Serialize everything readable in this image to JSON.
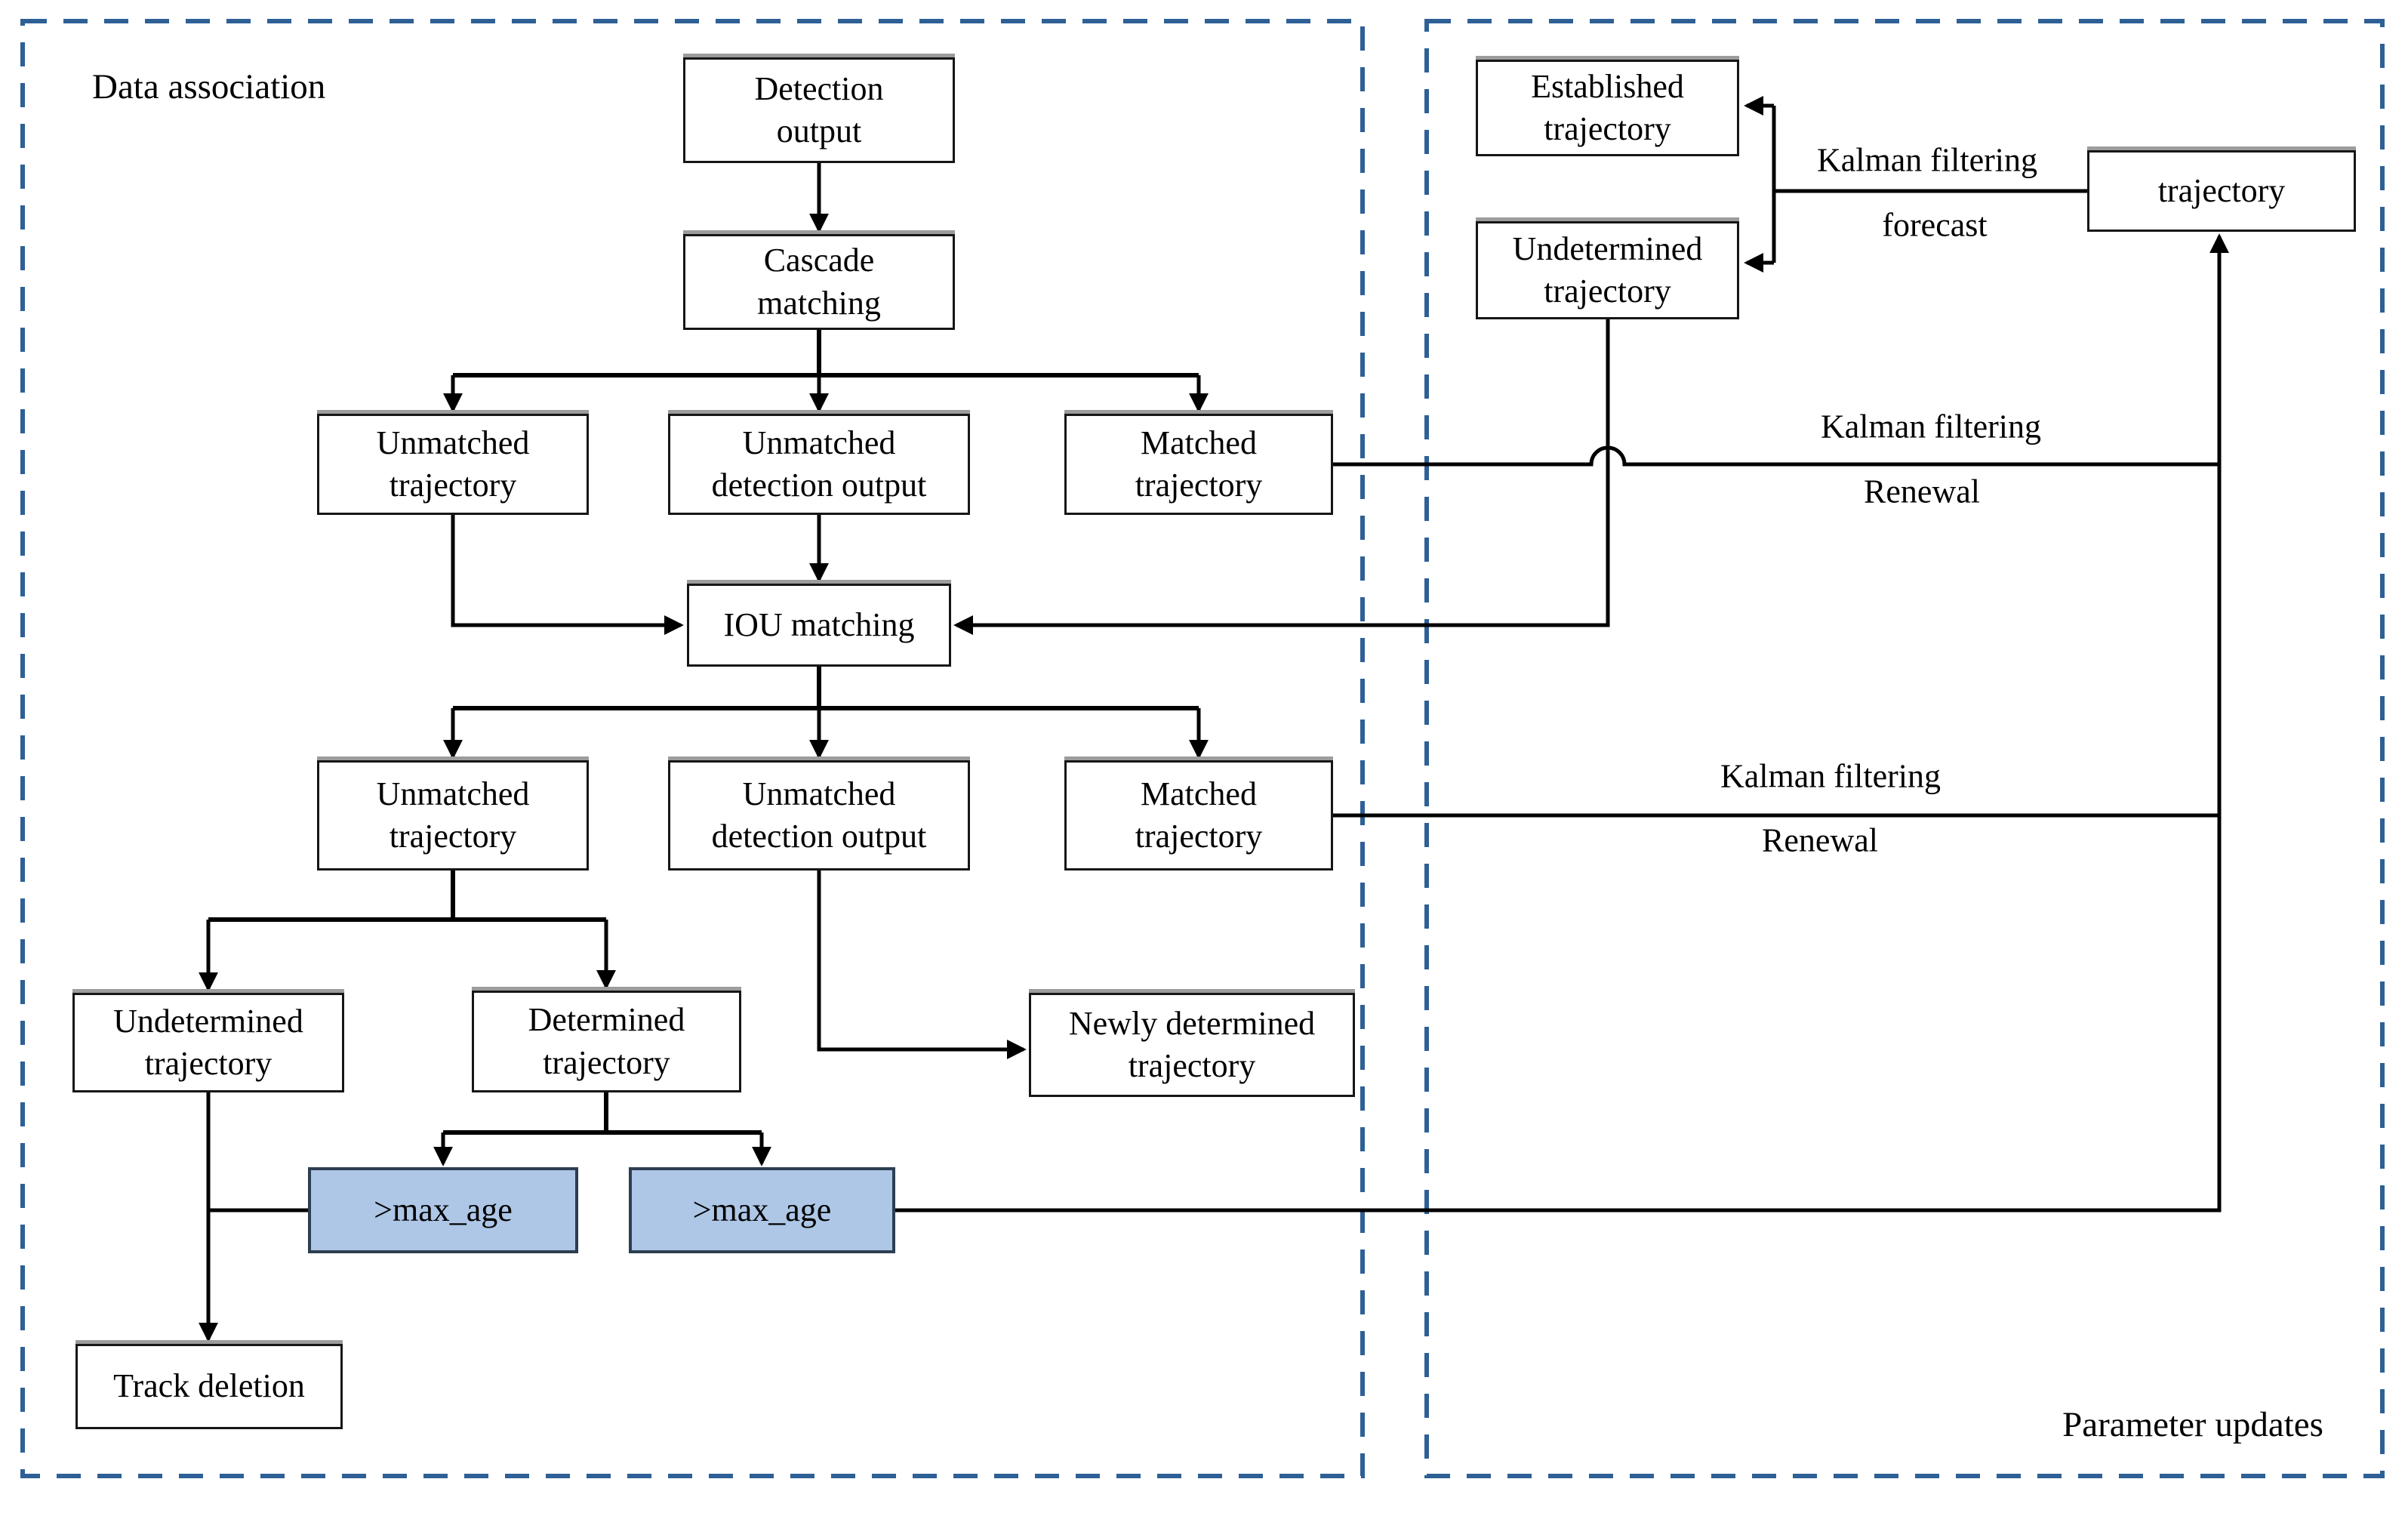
{
  "panels": {
    "data_association": {
      "title": "Data association"
    },
    "parameter_updates": {
      "title": "Parameter updates"
    }
  },
  "nodes": {
    "detection_output": "Detection\noutput",
    "cascade_matching": "Cascade\nmatching",
    "unmatched_trajectory_1": "Unmatched\ntrajectory",
    "unmatched_detection_output_1": "Unmatched\ndetection output",
    "matched_trajectory_1": "Matched\ntrajectory",
    "iou_matching": "IOU matching",
    "unmatched_trajectory_2": "Unmatched\ntrajectory",
    "unmatched_detection_output_2": "Unmatched\ndetection output",
    "matched_trajectory_2": "Matched\ntrajectory",
    "undetermined_trajectory_left": "Undetermined\ntrajectory",
    "determined_trajectory": "Determined\ntrajectory",
    "newly_determined_trajectory": "Newly determined\ntrajectory",
    "max_age_1": ">max_age",
    "max_age_2": ">max_age",
    "track_deletion": "Track deletion",
    "established_trajectory": "Established\ntrajectory",
    "undetermined_trajectory_right": "Undetermined\ntrajectory",
    "trajectory": "trajectory"
  },
  "edge_labels": {
    "kalman_filtering_forecast": "Kalman filtering",
    "forecast": "forecast",
    "kalman_filtering_renewal_1": "Kalman filtering",
    "renewal_1": "Renewal",
    "kalman_filtering_renewal_2": "Kalman filtering",
    "renewal_2": "Renewal"
  },
  "colors": {
    "panel_border": "#2e6096",
    "line": "#000000",
    "highlight_fill": "#aec7e7",
    "highlight_border": "#2c3e50",
    "node_border": "#161616",
    "node_top_shadow": "#9c9c9c"
  }
}
